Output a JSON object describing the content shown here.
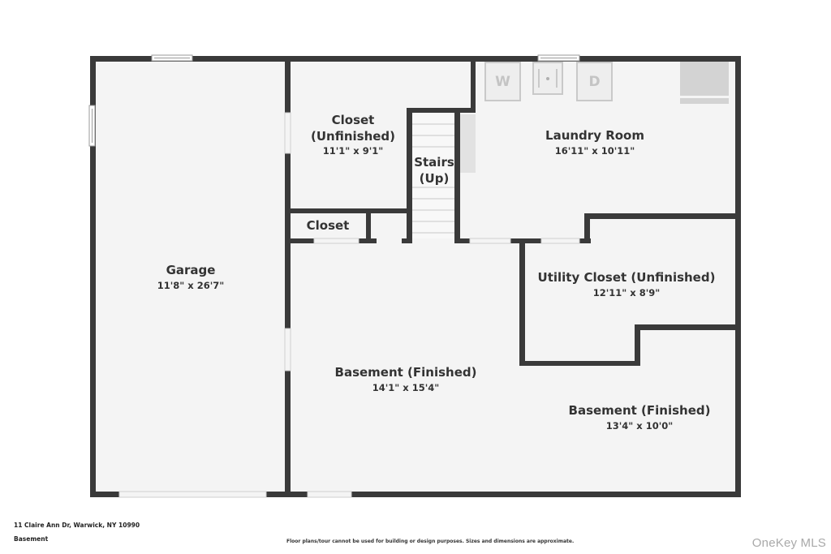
{
  "colors": {
    "wall": "#3a3a3a",
    "floor": "#f4f4f4",
    "fixture": "#d9d9d9",
    "watermark": "#a9a9a9"
  },
  "rooms": {
    "garage": {
      "name": "Garage",
      "dim": "11'8\" x 26'7\""
    },
    "closet_upper": {
      "name1": "Closet",
      "name2": "(Unfinished)",
      "dim": "11'1\" x 9'1\""
    },
    "stairs": {
      "name1": "Stairs",
      "name2": "(Up)"
    },
    "closet_small": {
      "name": "Closet"
    },
    "laundry": {
      "name": "Laundry Room",
      "dim": "16'11\" x 10'11\""
    },
    "utility": {
      "name": "Utility Closet (Unfinished)",
      "dim": "12'11\" x 8'9\""
    },
    "basement_main": {
      "name": "Basement (Finished)",
      "dim": "14'1\" x 15'4\""
    },
    "basement_east": {
      "name": "Basement (Finished)",
      "dim": "13'4\" x 10'0\""
    }
  },
  "appliances": {
    "washer": "W",
    "dryer": "D"
  },
  "footer": {
    "address": "11 Claire Ann Dr, Warwick, NY 10990",
    "level": "Basement",
    "disclaimer": "Floor plans/tour cannot be used for building or design purposes. Sizes and dimensions are approximate.",
    "watermark": "OneKey MLS"
  }
}
